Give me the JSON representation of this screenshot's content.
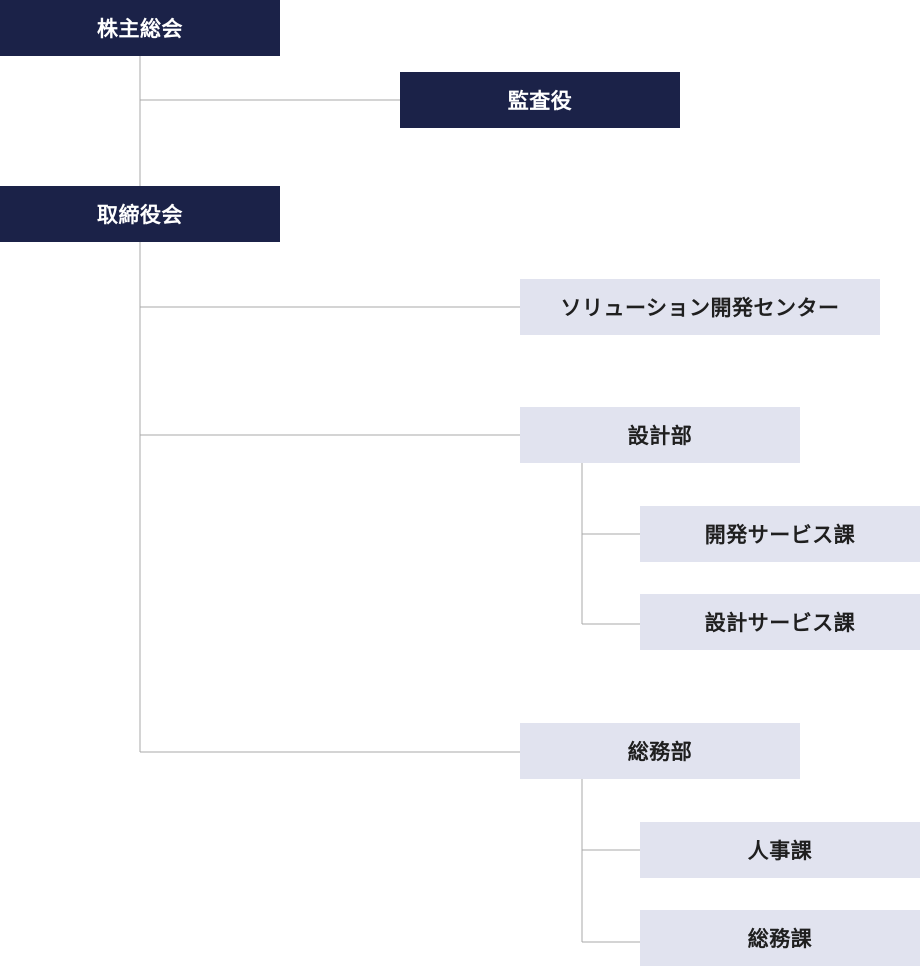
{
  "colors": {
    "dark_box": "#1b2248",
    "dark_text": "#ffffff",
    "light_box": "#e1e3ef",
    "light_text": "#1f1f1f",
    "connector": "#a8a8a8"
  },
  "org": {
    "shareholders": "株主総会",
    "auditor": "監査役",
    "board": "取締役会",
    "solution_center": "ソリューション開発センター",
    "design_dept": "設計部",
    "dev_service_section": "開発サービス課",
    "design_service_section": "設計サービス課",
    "general_affairs_dept": "総務部",
    "hr_section": "人事課",
    "general_affairs_section": "総務課"
  }
}
